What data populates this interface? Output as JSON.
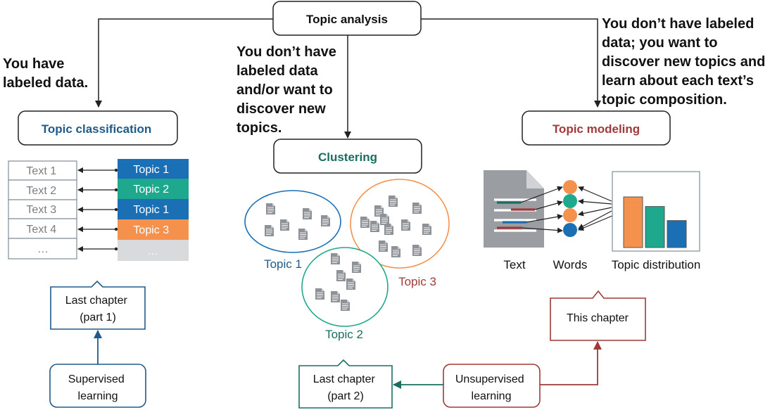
{
  "root": {
    "label": "Topic analysis"
  },
  "conditions": {
    "left": [
      "You have",
      "labeled data."
    ],
    "middle": [
      "You don’t have",
      "labeled data",
      "and/or want to",
      "discover new",
      "topics."
    ],
    "right": [
      "You don’t have labeled",
      "data; you want to",
      "discover new topics and",
      "learn about each text’s",
      "topic composition."
    ]
  },
  "methods": {
    "classification": {
      "label": "Topic classification",
      "color": "#1f5a8a"
    },
    "clustering": {
      "label": "Clustering",
      "color": "#1a6e60"
    },
    "modeling": {
      "label": "Topic modeling",
      "color": "#9e3a3a"
    }
  },
  "classification_table": {
    "texts": [
      "Text 1",
      "Text 2",
      "Text 3",
      "Text 4",
      "…"
    ],
    "topics": [
      {
        "label": "Topic 1",
        "color": "#1a6fb5"
      },
      {
        "label": "Topic 2",
        "color": "#1ea88d"
      },
      {
        "label": "Topic 1",
        "color": "#1a6fb5"
      },
      {
        "label": "Topic 3",
        "color": "#f4914d"
      },
      {
        "label": "…",
        "color": "#d9dadb"
      }
    ]
  },
  "clusters": [
    {
      "label": "Topic 1",
      "color": "#1f5a8a"
    },
    {
      "label": "Topic 2",
      "color": "#1a6e60"
    },
    {
      "label": "Topic 3",
      "color": "#9e3a3a"
    }
  ],
  "modeling_figure": {
    "labels": {
      "text": "Text",
      "words": "Words",
      "distribution": "Topic distribution"
    },
    "word_colors": [
      "#f4914d",
      "#1ea88d",
      "#f4914d",
      "#1a6fb5"
    ],
    "bars": [
      {
        "value": 0.9,
        "color": "#f4914d"
      },
      {
        "value": 0.73,
        "color": "#1ea88d"
      },
      {
        "value": 0.48,
        "color": "#1a6fb5"
      }
    ]
  },
  "callouts": {
    "last_chapter_1": [
      "Last chapter",
      "(part 1)"
    ],
    "supervised": [
      "Supervised",
      "learning"
    ],
    "last_chapter_2": [
      "Last chapter",
      "(part 2)"
    ],
    "unsupervised": [
      "Unsupervised",
      "learning"
    ],
    "this_chapter": [
      "This chapter"
    ]
  }
}
